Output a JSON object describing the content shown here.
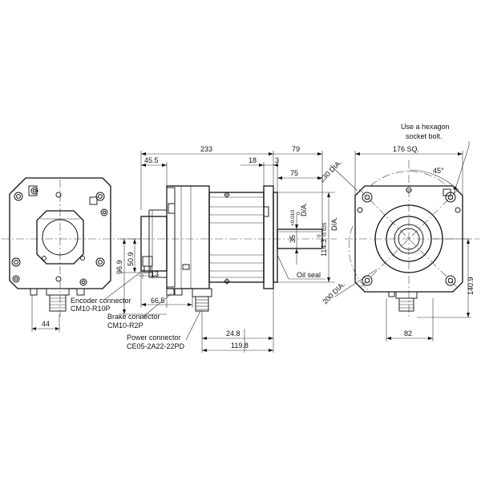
{
  "drawing": {
    "dimensions": {
      "d233": "233",
      "d79": "79",
      "d176sq": "176 SQ.",
      "d45_5": "45.5",
      "d18": "18",
      "d3": "3",
      "d75": "75",
      "d230dia": "230 DIA.",
      "d45deg": "45°",
      "d50_9": "50.9",
      "d96_9": "96.9",
      "d13": "13",
      "d66_5": "66.5",
      "d44": "44",
      "d24_8": "24.8",
      "d119_8": "119.8",
      "d35": "35",
      "d35_tol_upper": "+0.010",
      "d35_tol_lower": "0",
      "d35_dia": "D/A.",
      "d114_3": "114.3",
      "d114_3_tol_upper": "0",
      "d114_3_tol_lower": "-0.025",
      "d114_3_dia": "D/A.",
      "d200dia": "200 DIA.",
      "d140_9": "140.9",
      "d82": "82"
    },
    "notes": {
      "hex_bolt_line1": "Use a hexagon",
      "hex_bolt_line2": "socket bolt.",
      "oil_seal": "Oil seal",
      "encoder_connector": "Encoder connector",
      "encoder_connector_part": "CM10-R10P",
      "brake_connector": "Brake connector",
      "brake_connector_part": "CM10-R2P",
      "power_connector": "Power connector",
      "power_connector_part": "CE05-2A22-22PD"
    }
  }
}
